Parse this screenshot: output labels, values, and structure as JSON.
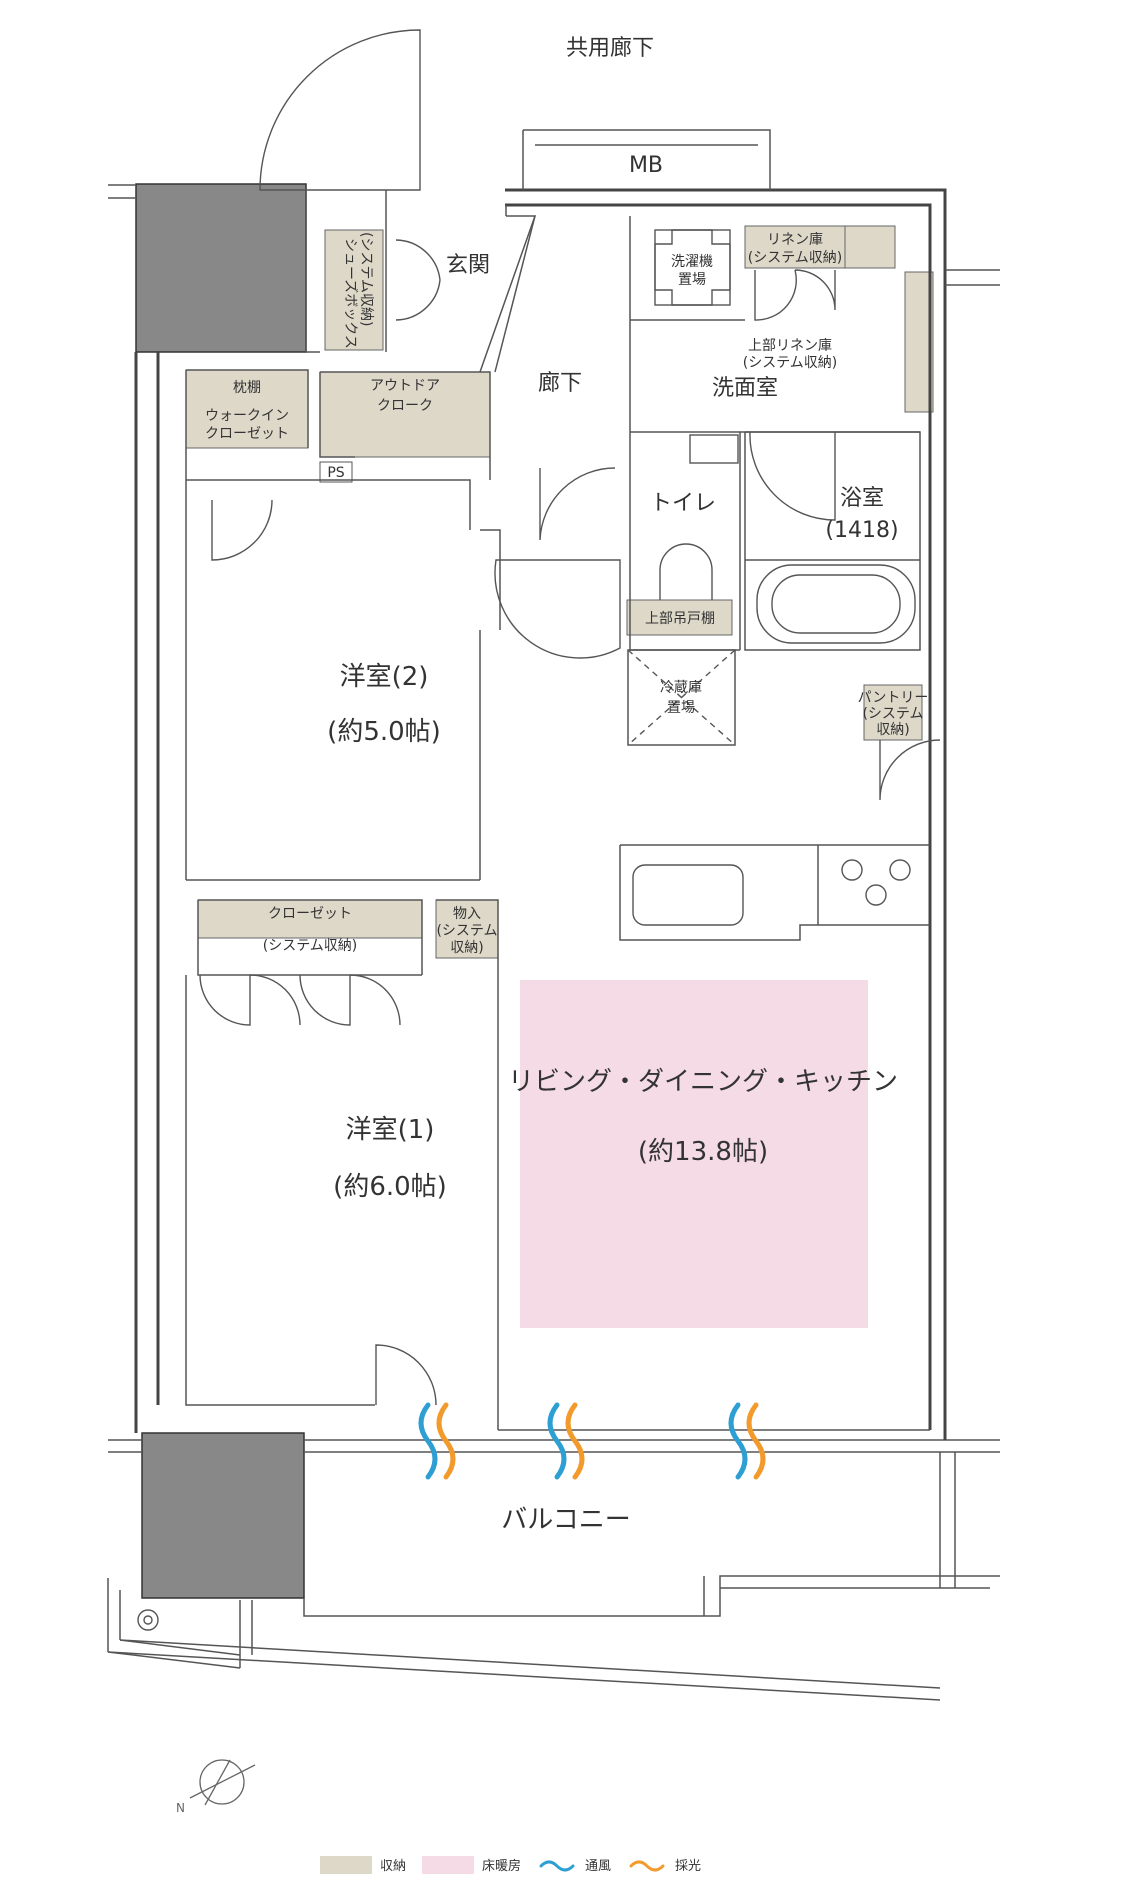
{
  "colors": {
    "storage": "#ded8c9",
    "floor_heating": "#f4dbe6",
    "wall": "#444444",
    "pillar": "#888888",
    "ventilation": "#2e9fd3",
    "sunlight": "#f39a2c"
  },
  "labels": {
    "corridor_common": "共用廊下",
    "mb": "MB",
    "entrance": "玄関",
    "shoebox_line1": "シューズボックス",
    "shoebox_line2": "(システム収納)",
    "outdoor_closet_line1": "アウトドア",
    "outdoor_closet_line2": "クローク",
    "pillow_shelf": "枕棚",
    "walkin_line1": "ウォークイン",
    "walkin_line2": "クローゼット",
    "ps": "PS",
    "hallway": "廊下",
    "washer_line1": "洗濯機",
    "washer_line2": "置場",
    "linen_line1": "リネン庫",
    "linen_line2": "(システム収納)",
    "upper_linen_line1": "上部リネン庫",
    "upper_linen_line2": "(システム収納)",
    "washroom": "洗面室",
    "toilet": "トイレ",
    "upper_shelf": "上部吊戸棚",
    "bath": "浴室",
    "bath_size": "(1418)",
    "fridge_line1": "冷蔵庫",
    "fridge_line2": "置場",
    "pantry_line1": "パントリー",
    "pantry_line2": "(システム",
    "pantry_line3": "収納)",
    "room2_name": "洋室(2)",
    "room2_size": "(約5.0帖)",
    "closet_line1": "クローゼット",
    "closet_line2": "(システム収納)",
    "storage_line1": "物入",
    "storage_line2": "(システム",
    "storage_line3": "収納)",
    "room1_name": "洋室(1)",
    "room1_size": "(約6.0帖)",
    "ldk_name": "リビング・ダイニング・キッチン",
    "ldk_size": "(約13.8帖)",
    "balcony": "バルコニー"
  },
  "legend": {
    "storage": "収納",
    "floor_heating": "床暖房",
    "ventilation": "通風",
    "sunlight": "採光"
  }
}
